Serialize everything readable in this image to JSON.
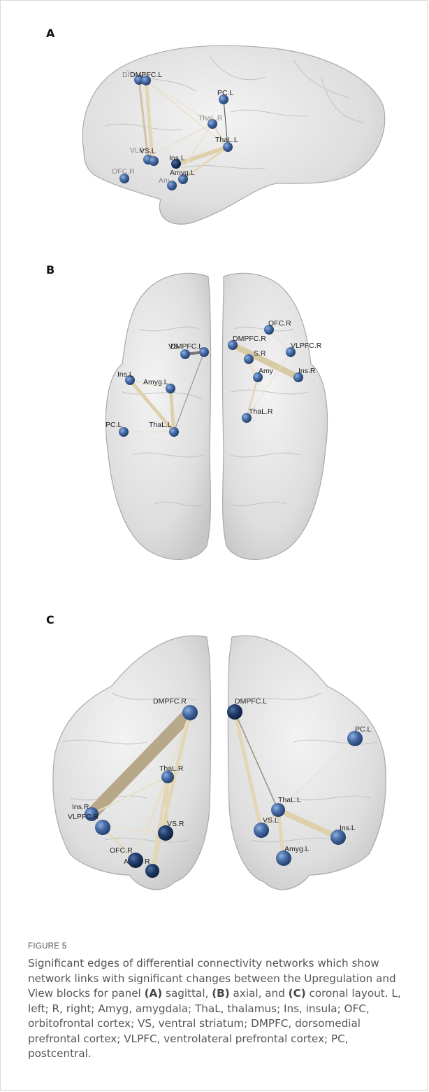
{
  "panels": {
    "a": {
      "letter": "A",
      "labels": {
        "dmpfc_l": "DMPFC.L",
        "dmpfc_r": "DI",
        "pc_l": "PC.L",
        "thal_r": "ThaL.R",
        "thal_l": "ThaL.L",
        "vlpfc": "VLP",
        "vs": "VS.L",
        "ins_l": "Ins.L",
        "ofc_r": "OFC.R",
        "amyg_l": "Amyg.L",
        "am": "Am"
      }
    },
    "b": {
      "letter": "B",
      "labels": {
        "dmpfc_l": "DMPFC.L",
        "vs": "VS",
        "ins_l": "Ins.L",
        "amyg_l": "Amyg.L",
        "pc_l": "PC.L",
        "thal_l": "ThaL.L",
        "ofc_r": "OFC.R",
        "dmpfc_r": "DMPFC.R",
        "vs_r": "S.R",
        "vlpfc_r": "VLPFC.R",
        "amyg_r": "Amy",
        "ins_r": "Ins.R",
        "thal_r": "ThaL.R"
      }
    },
    "c": {
      "letter": "C",
      "labels": {
        "dmpfc_r": "DMPFC.R",
        "thal_r": "ThaL.R",
        "ins_r": "Ins.R",
        "vlpfc_r": "VLPFC.R",
        "vs_r": "VS.R",
        "ofc_r": "OFC.R",
        "am_r": "A",
        "r_r": "R",
        "dmpfc_l": "DMPFC.L",
        "pc_l": "PC.L",
        "thal_l": "ThaL.L",
        "vs_l": "VS.L",
        "ins_l": "Ins.L",
        "amyg_l": "Amyg.L"
      }
    }
  },
  "caption": {
    "figure_label": "FIGURE 5",
    "text_1": "Significant edges of differential connectivity networks which show network links with significant changes between the Upregulation and View blocks for panel ",
    "a_ref": "(A)",
    "text_2": " sagittal, ",
    "b_ref": "(B)",
    "text_3": " axial, and ",
    "c_ref": "(C)",
    "text_4": " coronal layout. L, left; R, right; Amyg, amygdala; ThaL, thalamus; Ins, insula; OFC, orbitofrontal cortex; VS, ventral striatum; DMPFC, dorsomedial prefrontal cortex; VLPFC, ventrolateral prefrontal cortex; PC, postcentral."
  },
  "colors": {
    "node": "#3d5f93",
    "node_dark": "#1f3a66",
    "edge": "#e3d6b4",
    "edge_dark": "#b8a88a",
    "brain": "#d6d6d6"
  }
}
